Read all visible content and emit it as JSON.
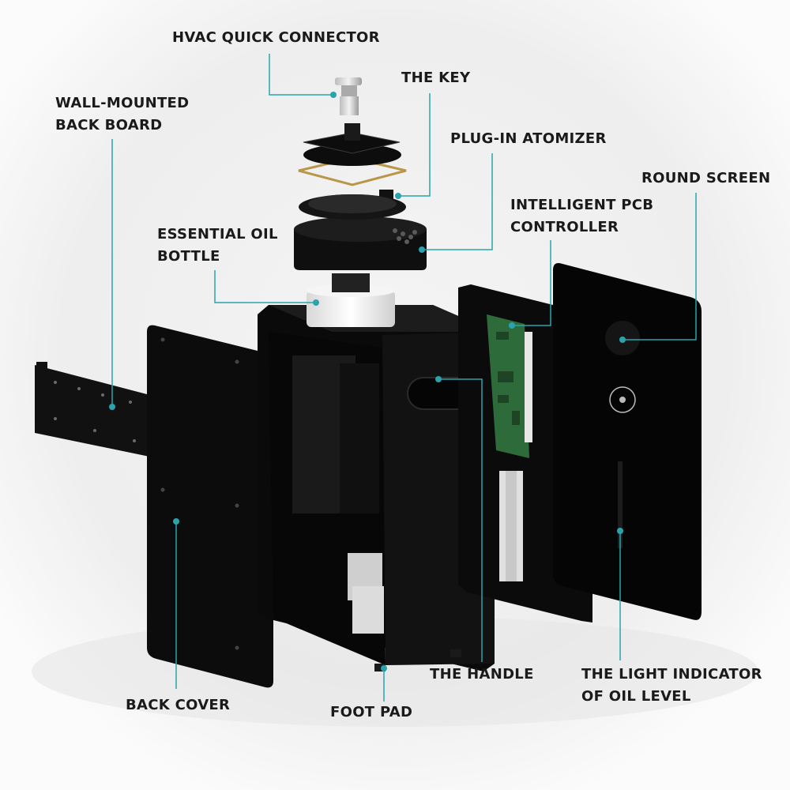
{
  "colors": {
    "leader": "#2aa3ad",
    "text": "#1a1a1a",
    "device": "#0d0d0d",
    "pcb": "#2e6b3a"
  },
  "labels": {
    "hvac": "HVAC QUICK CONNECTOR",
    "key": "THE KEY",
    "wall_1": "WALL-MOUNTED",
    "wall_2": "BACK BOARD",
    "atomizer": "PLUG-IN ATOMIZER",
    "round_screen": "ROUND SCREEN",
    "pcb_1": "INTELLIGENT PCB",
    "pcb_2": "CONTROLLER",
    "oil_1": "ESSENTIAL OIL",
    "oil_2": "BOTTLE",
    "handle": "THE HANDLE",
    "light_1": "THE LIGHT INDICATOR",
    "light_2": "OF OIL LEVEL",
    "back_cover": "BACK COVER",
    "foot_pad": "FOOT PAD"
  }
}
